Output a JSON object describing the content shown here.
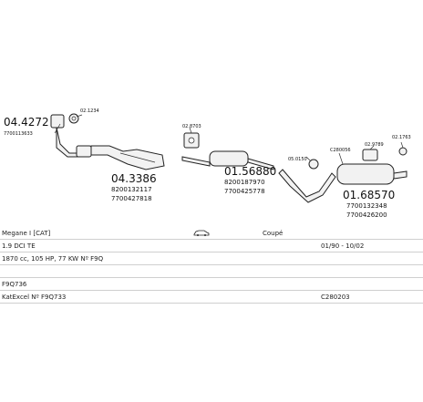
{
  "labels": {
    "p1": "04.4272",
    "p1_sub": "7700113633",
    "p2": "02.1234",
    "p3": "04.3386",
    "p3_sub1": "8200132117",
    "p3_sub2": "7700427818",
    "p4": "02.8703",
    "p5": "01.56880",
    "p5_sub1": "8200187970",
    "p5_sub2": "7700425778",
    "p6": "05.0150",
    "p7": "C280056",
    "p8": "02.9789",
    "p9": "01.68570",
    "p9_sub1": "7700132348",
    "p9_sub2": "7700426200",
    "p10": "02.1763"
  },
  "info": {
    "model": "Megane I [CAT]",
    "body": "Coupé",
    "engine": "1.9 DCI TE",
    "years": "01/90 - 10/02",
    "details": "1870 cc, 105 HP, 77 KW Nº F9Q",
    "line4": "F9Q736",
    "catalyst": "KatExcel Nº F9Q733",
    "code": "C280203"
  }
}
